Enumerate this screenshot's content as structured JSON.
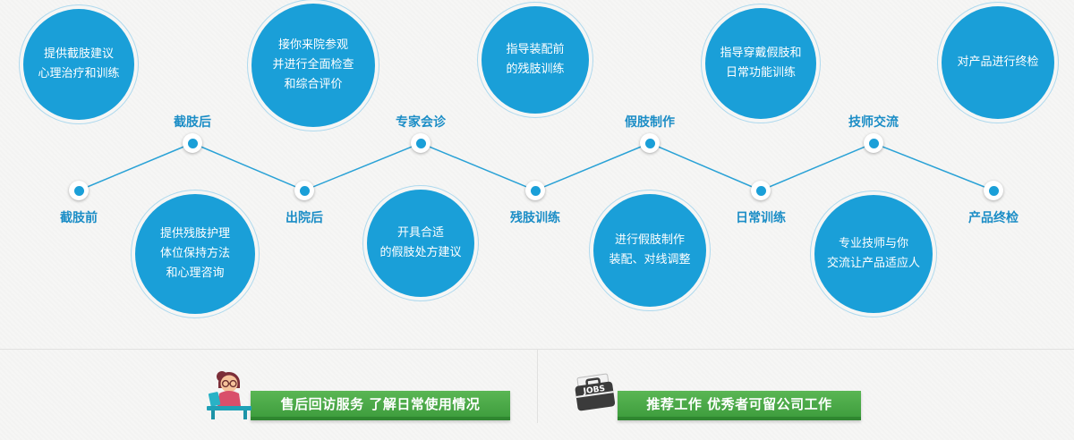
{
  "colors": {
    "bubble_blue": "#1a9fd8",
    "label_blue": "#1b8dc6",
    "banner_green_top": "#5ab654",
    "banner_green_bottom": "#3f9e3e",
    "banner_text": "#ffffff",
    "wire_blue": "#2aa2d6"
  },
  "timeline": {
    "stage_labels": [
      {
        "text": "截肢前"
      },
      {
        "text": "截肢后"
      },
      {
        "text": "出院后"
      },
      {
        "text": "专家会诊"
      },
      {
        "text": "残肢训练"
      },
      {
        "text": "假肢制作"
      },
      {
        "text": "日常训练"
      },
      {
        "text": "技师交流"
      },
      {
        "text": "产品终检"
      }
    ],
    "bubbles": [
      {
        "text": "提供截肢建议\n心理治疗和训练"
      },
      {
        "text": "接你来院参观\n并进行全面检查\n和综合评价"
      },
      {
        "text": "指导装配前\n的残肢训练"
      },
      {
        "text": "指导穿戴假肢和\n日常功能训练"
      },
      {
        "text": "对产品进行终检"
      },
      {
        "text": "提供残肢护理\n体位保持方法\n和心理咨询"
      },
      {
        "text": "开具合适\n的假肢处方建议"
      },
      {
        "text": "进行假肢制作\n装配、对线调整"
      },
      {
        "text": "专业技师与你\n交流让产品适应人"
      }
    ]
  },
  "footer": {
    "banners": [
      {
        "icon": "service-agent-icon",
        "text": "售后回访服务 了解日常使用情况"
      },
      {
        "icon": "jobs-briefcase-icon",
        "text": "推荐工作 优秀者可留公司工作"
      }
    ],
    "jobs_icon_text": "JOBS"
  }
}
